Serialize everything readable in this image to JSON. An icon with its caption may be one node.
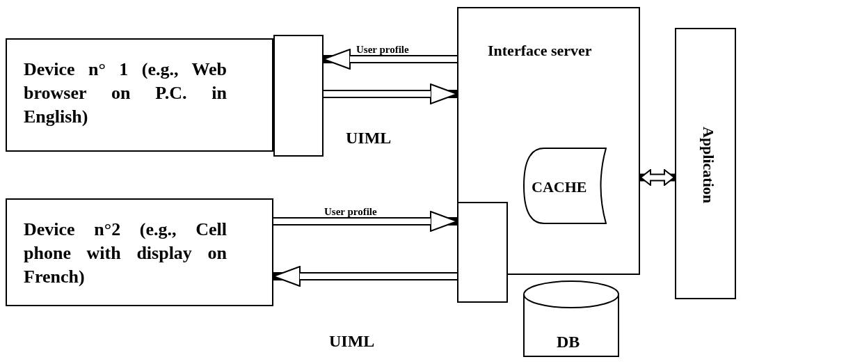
{
  "diagram": {
    "nodes": [
      {
        "text": [
          "Device n° 1 (e.g., Web browser on P.C. in English)"
        ]
      },
      {
        "text": [],
        "shape": "box"
      },
      {
        "text": [
          "Interface server"
        ]
      },
      {
        "text": [
          "CACHE"
        ],
        "in": 2
      },
      {
        "text": [],
        "shape": "box"
      },
      {
        "text": [
          "Device n°2 (e.g., Cell phone with display on French)"
        ]
      },
      {
        "text": [
          "Application"
        ]
      },
      {
        "text": [
          "DB"
        ]
      }
    ],
    "edges": [
      {
        "from": 2,
        "to": 1,
        "arrow": "to",
        "label": "User profile"
      },
      {
        "from": 1,
        "to": 2,
        "arrow": "to",
        "label": "UIML"
      },
      {
        "from": 5,
        "to": 4,
        "arrow": "to",
        "label": "User profile"
      },
      {
        "from": 4,
        "to": 5,
        "arrow": "to",
        "label": "UIML"
      },
      {
        "from": 2,
        "to": 6,
        "arrow": "both"
      }
    ]
  }
}
